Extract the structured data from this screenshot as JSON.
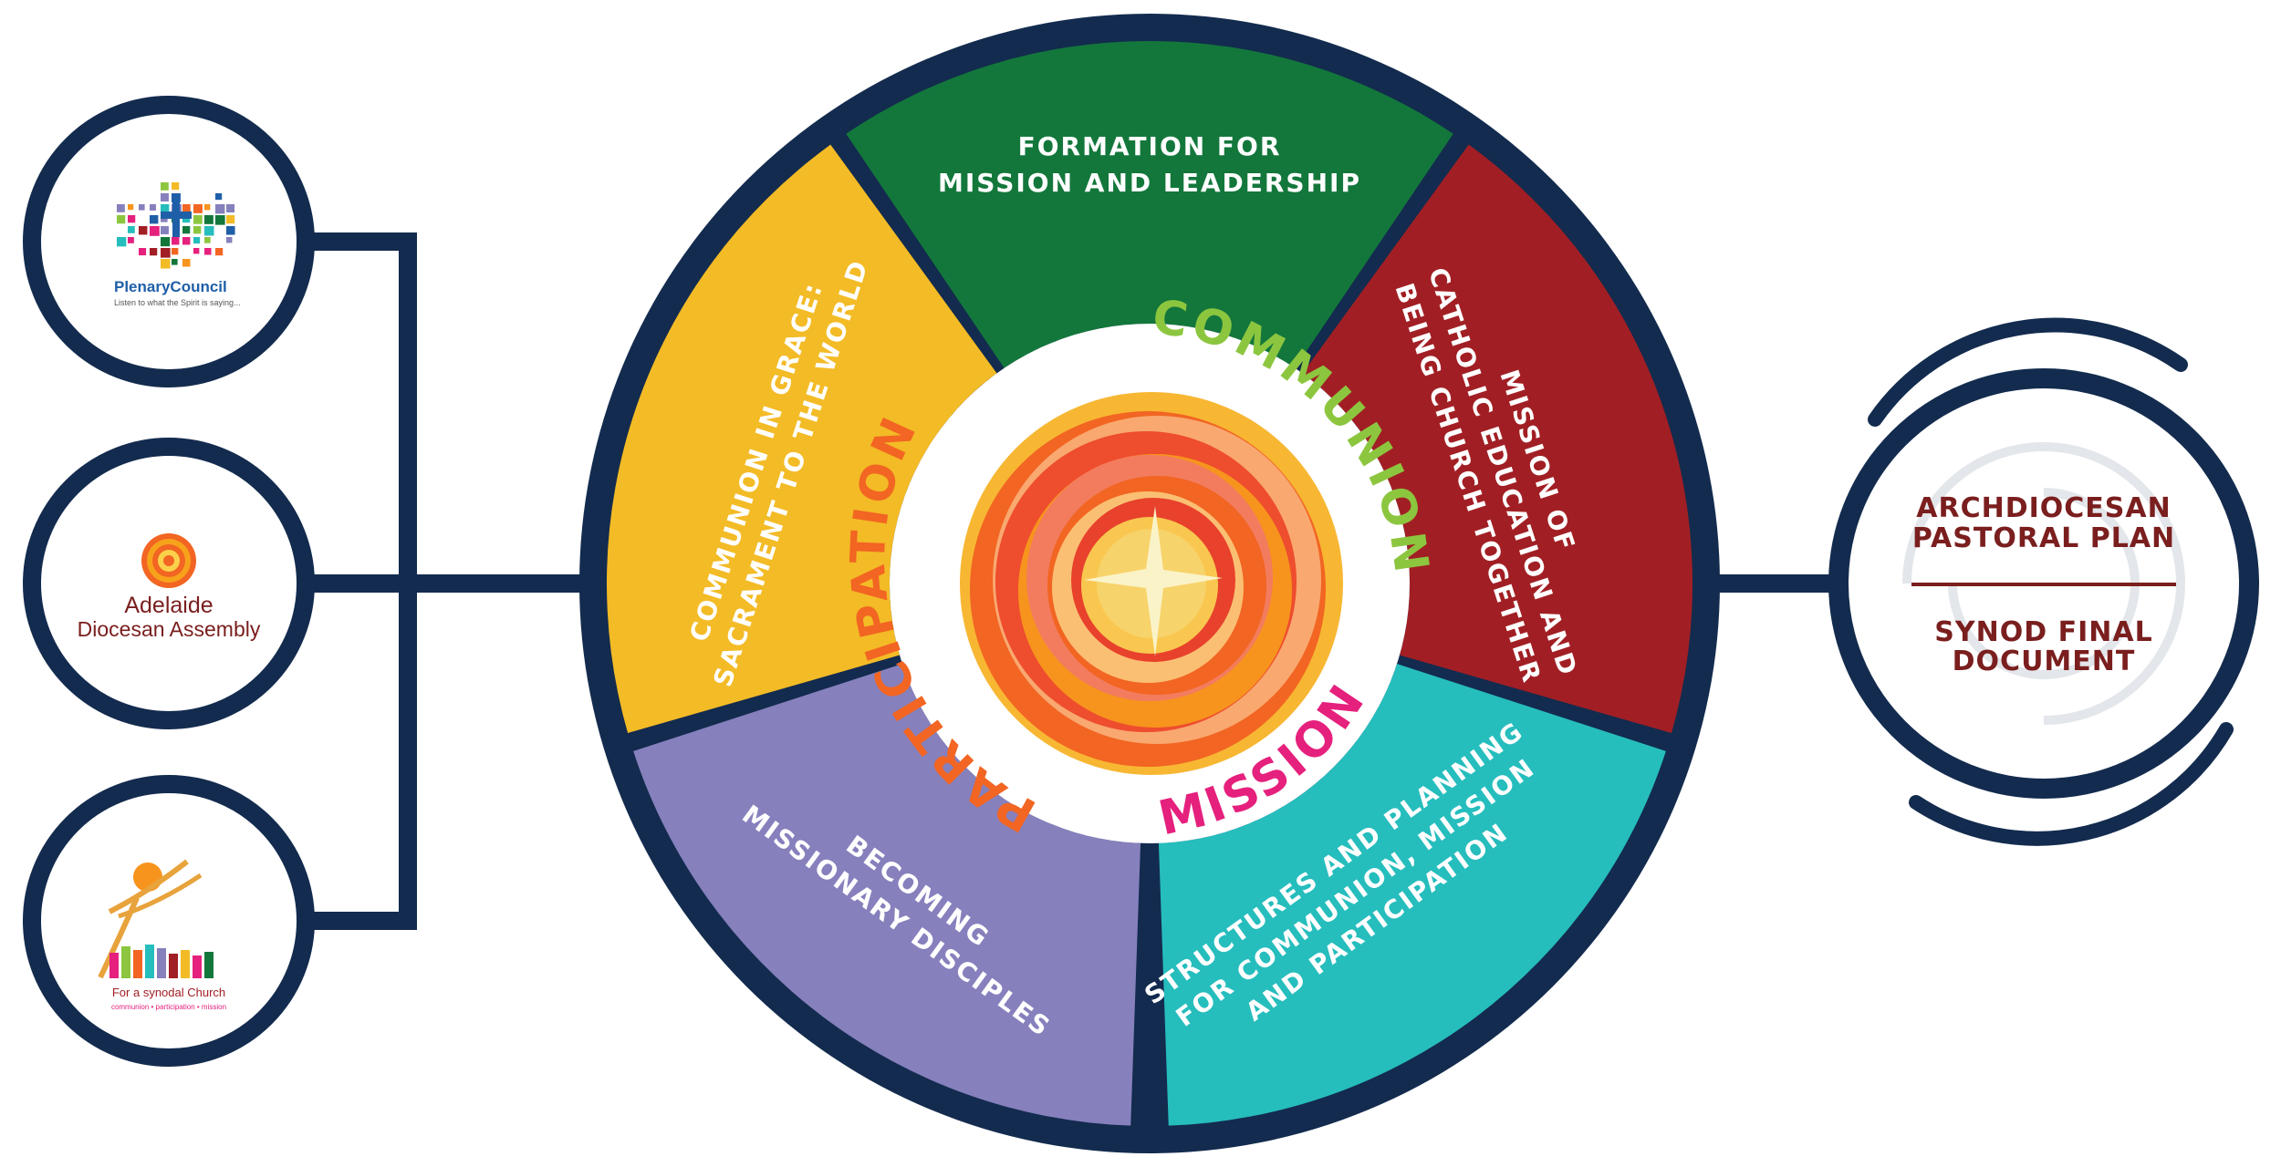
{
  "segments": {
    "formation": {
      "line1": "FORMATION FOR",
      "line2": "MISSION AND LEADERSHIP"
    },
    "catholic_education": {
      "line1": "MISSION OF",
      "line2": "CATHOLIC EDUCATION AND",
      "line3": "BEING CHURCH TOGETHER"
    },
    "structures": {
      "line1": "STRUCTURES AND PLANNING",
      "line2": "FOR COMMUNION, MISSION",
      "line3": "AND PARTICIPATION"
    },
    "disciples": {
      "line1": "BECOMING",
      "line2": "MISSIONARY DISCIPLES"
    },
    "communion_grace": {
      "line1": "COMMUNION IN GRACE:",
      "line2": "SACRAMENT TO THE WORLD"
    }
  },
  "ring_words": {
    "communion": "COMMUNION",
    "participation": "PARTICIPATION",
    "mission": "MISSION"
  },
  "left_logos": {
    "plenary": {
      "name": "PlenaryCouncil",
      "tagline": "Listen to what the Spirit is saying..."
    },
    "assembly": {
      "line1": "Adelaide",
      "line2": "Diocesan Assembly"
    },
    "synodal": {
      "line1": "For a synodal Church",
      "line2": "communion • participation • mission"
    }
  },
  "right_circle": {
    "top_line1": "ARCHDIOCESAN",
    "top_line2": "PASTORAL PLAN",
    "bottom_line1": "SYNOD FINAL",
    "bottom_line2": "DOCUMENT"
  },
  "colors": {
    "navy": "#132b4e",
    "green": "#13773b",
    "red": "#a11f24",
    "teal": "#26bdbd",
    "purple": "#8680bd",
    "yellow": "#f3bb26",
    "communion_green": "#8cc63f",
    "participation_orange": "#f26522",
    "mission_pink": "#e5207d",
    "dark_red_text": "#7a1e1e"
  }
}
